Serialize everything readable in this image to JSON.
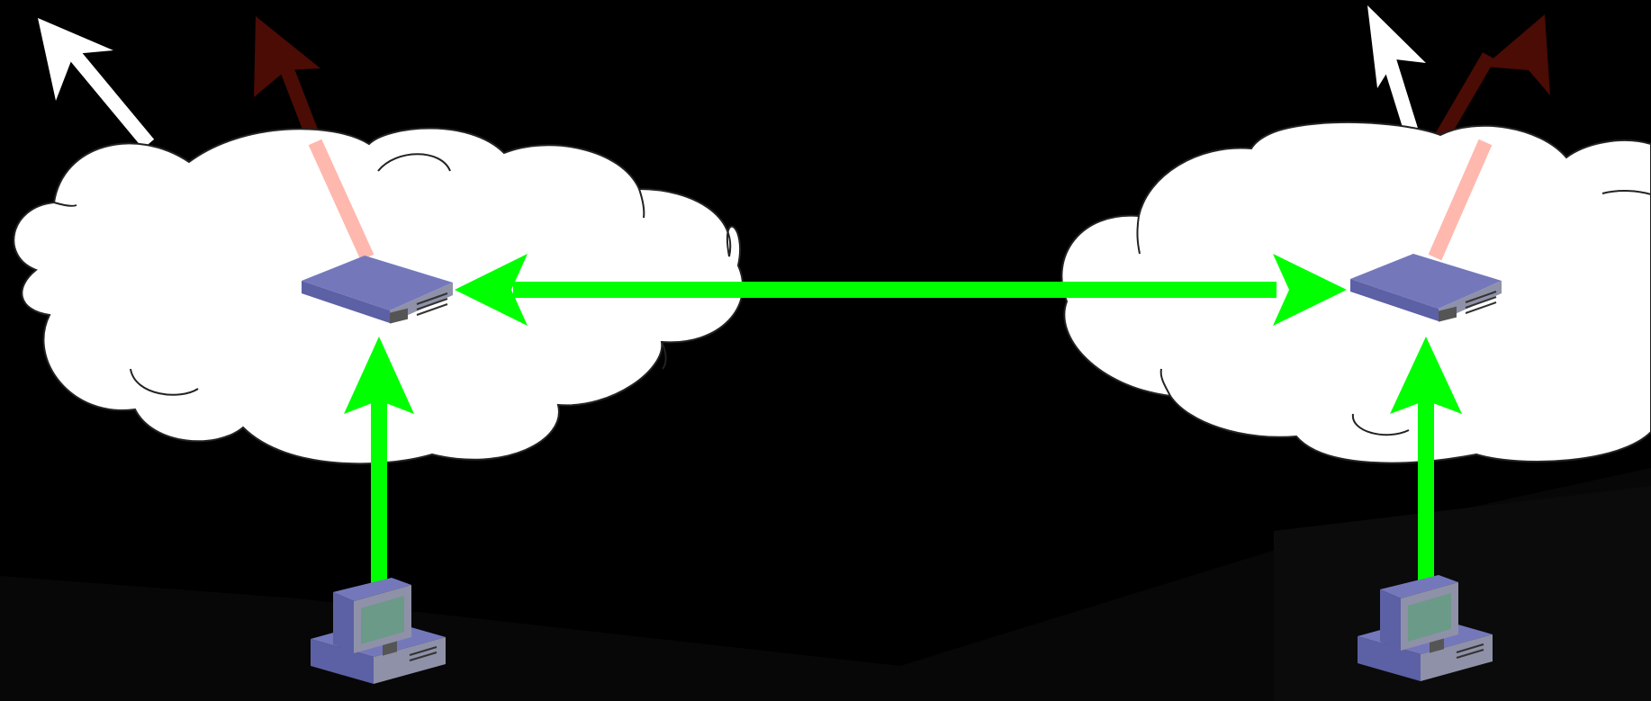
{
  "diagram": {
    "background": "#000000",
    "colors": {
      "cloud_fill": "#ffffff",
      "cloud_stroke": "#222222",
      "link_arrow": "#00ff00",
      "outbound_arrow_white": "#ffffff",
      "outbound_arrow_dark": "#4a0c04",
      "outbound_arrow_faded": "#ffb8ae",
      "device_top": "#7478bb",
      "device_side": "#5c60a4",
      "device_front": "#8f91a8",
      "screen": "#6b9a88"
    },
    "nodes": [
      {
        "id": "network-left",
        "icons": [
          "cloud-icon",
          "router-icon",
          "computer-icon"
        ]
      },
      {
        "id": "network-right",
        "icons": [
          "cloud-icon",
          "router-icon",
          "computer-icon"
        ]
      }
    ],
    "links": [
      {
        "type": "bidirectional",
        "between": [
          "router-left",
          "router-right"
        ],
        "color": "link_arrow"
      },
      {
        "type": "uplink",
        "between": [
          "computer-left",
          "router-left"
        ],
        "color": "link_arrow"
      },
      {
        "type": "uplink",
        "between": [
          "computer-right",
          "router-right"
        ],
        "color": "link_arrow"
      }
    ]
  }
}
